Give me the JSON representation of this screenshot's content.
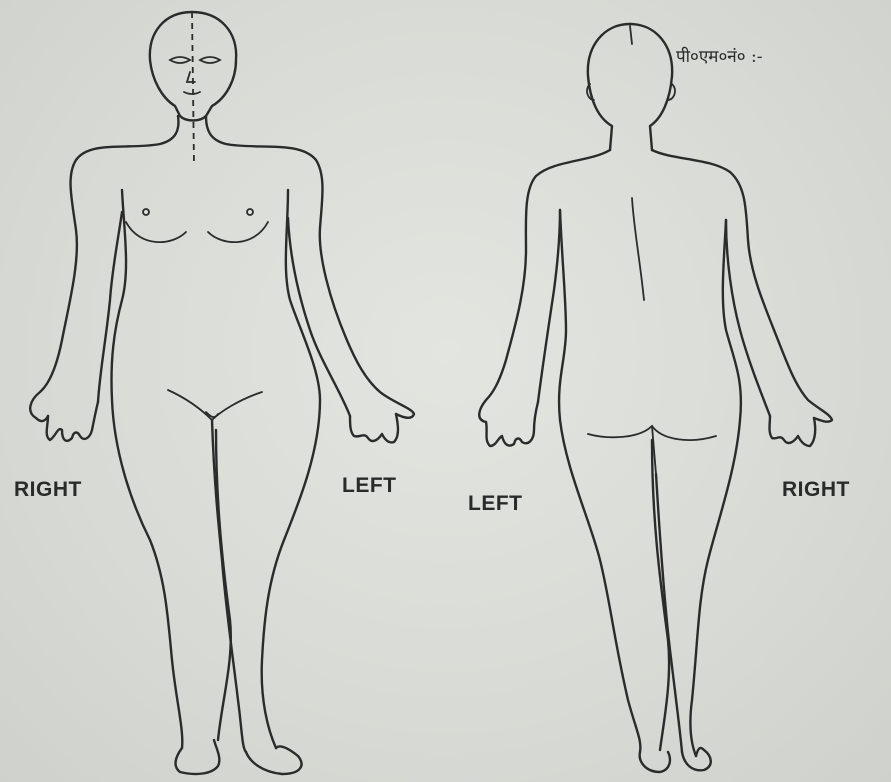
{
  "header": {
    "pm_number_label": "पी०एम०नं० :-"
  },
  "front_view": {
    "right_label": "RIGHT",
    "left_label": "LEFT"
  },
  "back_view": {
    "left_label": "LEFT",
    "right_label": "RIGHT"
  }
}
